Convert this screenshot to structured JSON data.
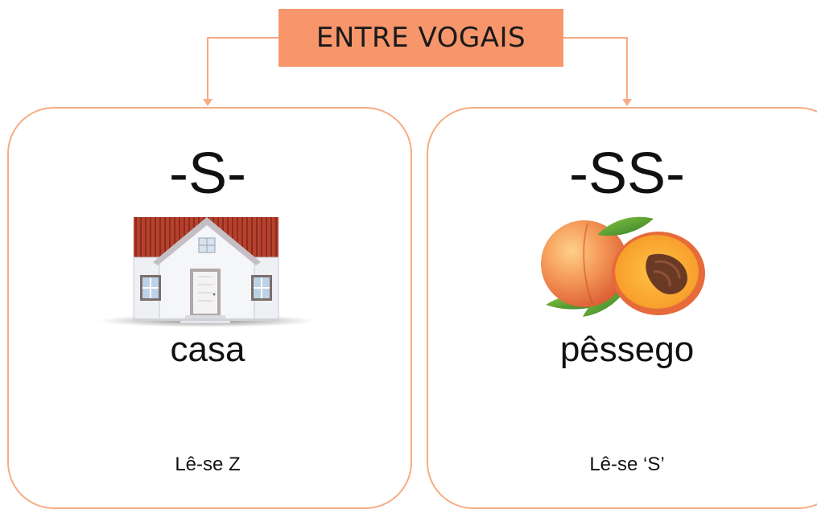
{
  "title": "ENTRE VOGAIS",
  "left_card": {
    "letter": "-S-",
    "word": "casa",
    "reading": "Lê-se Z",
    "image": "house-icon"
  },
  "right_card": {
    "letter": "-SS-",
    "word": "pêssego",
    "reading": "Lê-se ‘S’",
    "image": "peach-icon"
  },
  "colors": {
    "title_fill": "#f7956b",
    "card_border": "#f6ab83",
    "connector": "#f6ab83"
  }
}
